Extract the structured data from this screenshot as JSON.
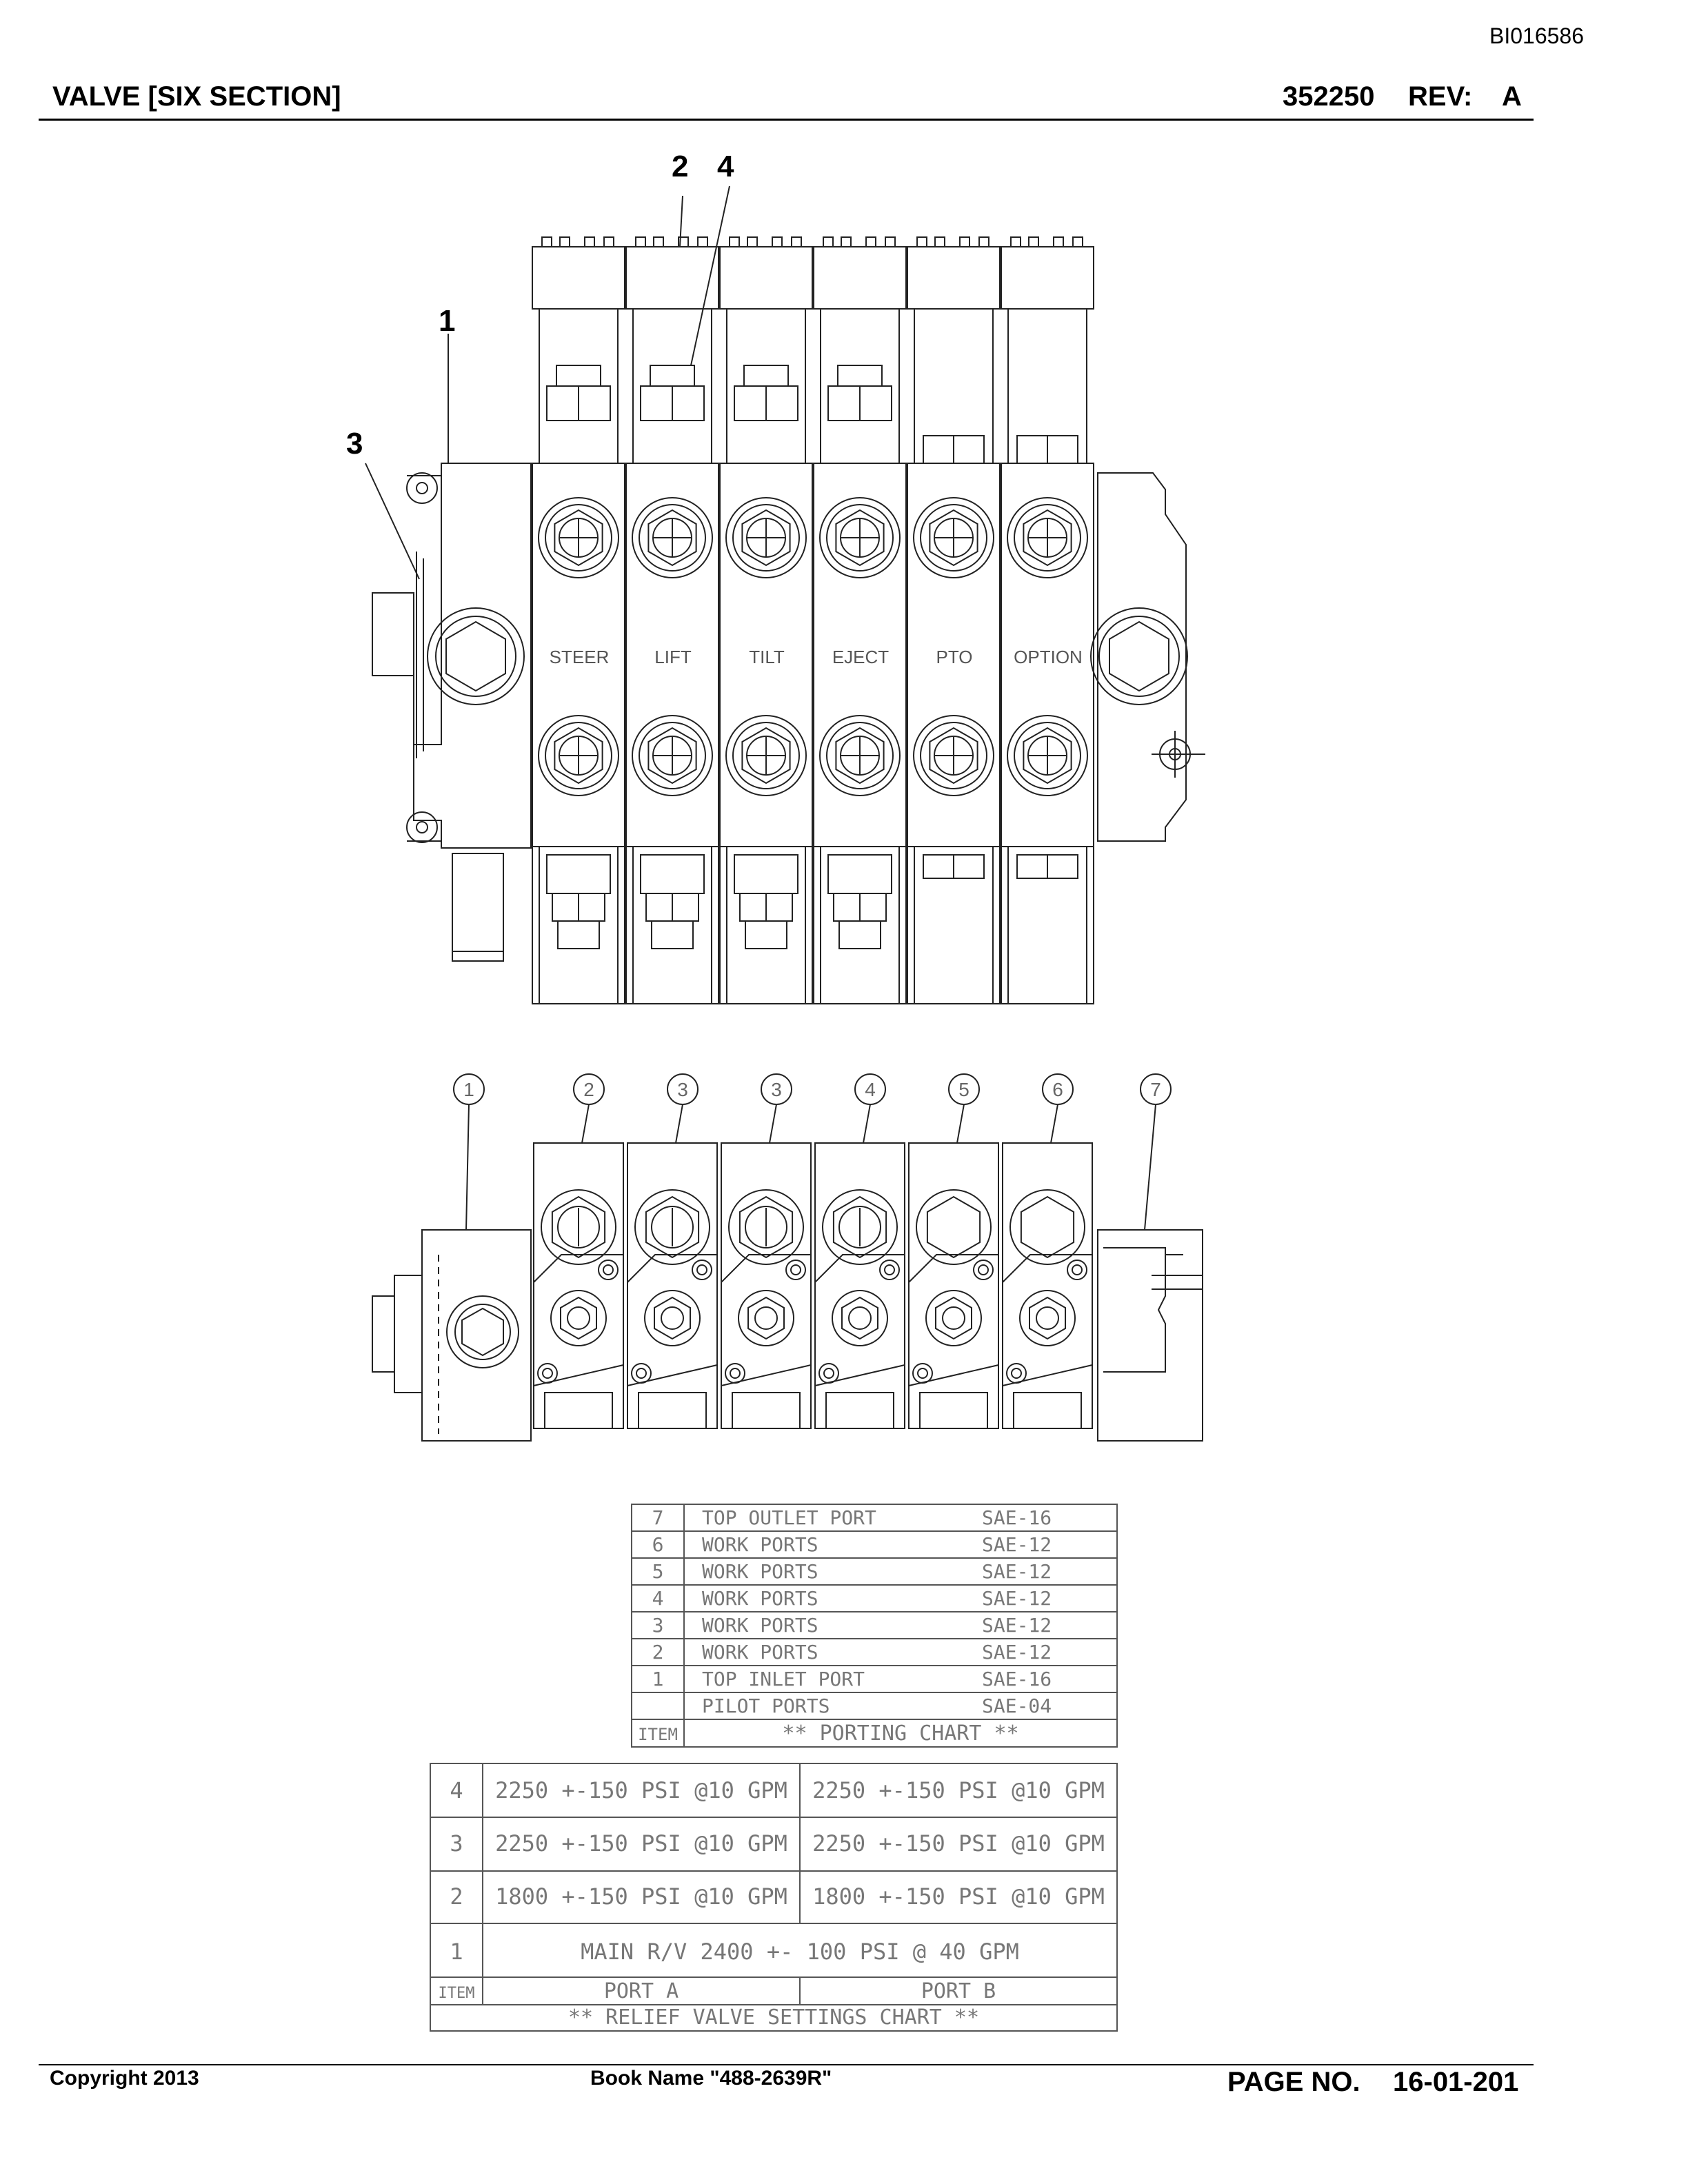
{
  "document_id": "BI016586",
  "header": {
    "title": "VALVE [SIX SECTION]",
    "part_number": "352250",
    "rev_label": "REV:",
    "rev_value": "A"
  },
  "callouts": [
    "1",
    "2",
    "3",
    "4"
  ],
  "section_labels": [
    "STEER",
    "LIFT",
    "TILT",
    "EJECT",
    "PTO",
    "OPTION"
  ],
  "port_callouts": [
    "1",
    "2",
    "3",
    "3",
    "4",
    "5",
    "6",
    "7"
  ],
  "porting_chart": {
    "rows": [
      {
        "item": "7",
        "desc": "TOP OUTLET PORT",
        "size": "SAE-16"
      },
      {
        "item": "6",
        "desc": "WORK PORTS",
        "size": "SAE-12"
      },
      {
        "item": "5",
        "desc": "WORK PORTS",
        "size": "SAE-12"
      },
      {
        "item": "4",
        "desc": "WORK PORTS",
        "size": "SAE-12"
      },
      {
        "item": "3",
        "desc": "WORK PORTS",
        "size": "SAE-12"
      },
      {
        "item": "2",
        "desc": "WORK PORTS",
        "size": "SAE-12"
      },
      {
        "item": "1",
        "desc": "TOP INLET PORT",
        "size": "SAE-16"
      },
      {
        "item": "",
        "desc": "PILOT PORTS",
        "size": "SAE-04"
      }
    ],
    "item_header": "ITEM",
    "title": "** PORTING CHART **"
  },
  "relief_chart": {
    "rows": [
      {
        "item": "4",
        "port_a": "2250 +-150 PSI @10 GPM",
        "port_b": "2250 +-150 PSI @10 GPM"
      },
      {
        "item": "3",
        "port_a": "2250 +-150 PSI @10 GPM",
        "port_b": "2250 +-150 PSI @10 GPM"
      },
      {
        "item": "2",
        "port_a": "1800 +-150 PSI @10 GPM",
        "port_b": "1800 +-150 PSI @10 GPM"
      }
    ],
    "main_item": "1",
    "main_text": "MAIN R/V 2400 +- 100 PSI @ 40 GPM",
    "item_header": "ITEM",
    "port_a_header": "PORT A",
    "port_b_header": "PORT B",
    "title": "** RELIEF VALVE SETTINGS CHART **"
  },
  "footer": {
    "copyright": "Copyright 2013",
    "book_name": "Book Name \"488-2639R\"",
    "page_label": "PAGE NO.",
    "page_number": "16-01-201"
  }
}
